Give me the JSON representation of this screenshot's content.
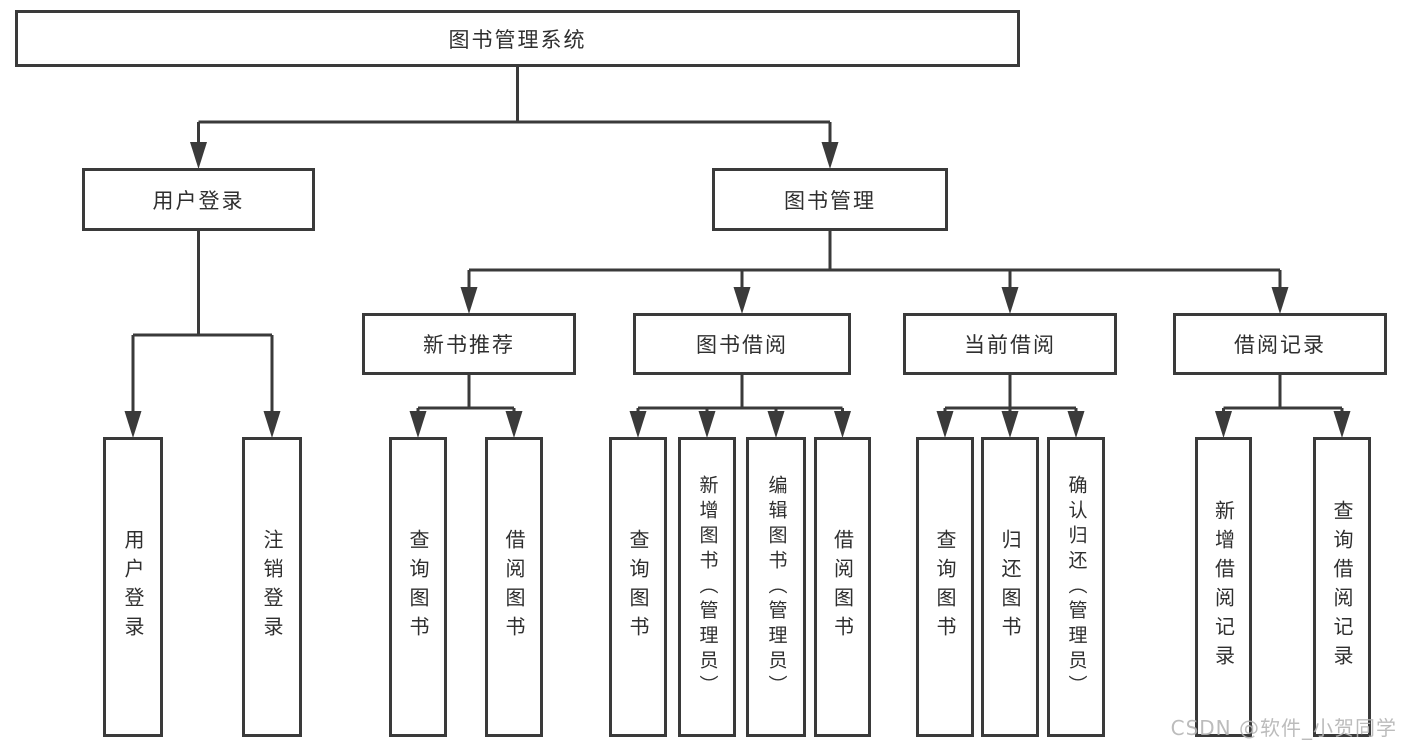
{
  "diagram": {
    "root": {
      "label": "图书管理系统"
    },
    "branches": [
      {
        "label": "用户登录",
        "children": [
          {
            "label": "用户登录"
          },
          {
            "label": "注销登录"
          }
        ]
      },
      {
        "label": "图书管理",
        "children": [
          {
            "label": "新书推荐",
            "children": [
              {
                "label": "查询图书"
              },
              {
                "label": "借阅图书"
              }
            ]
          },
          {
            "label": "图书借阅",
            "children": [
              {
                "label": "查询图书"
              },
              {
                "label": "新增图书（管理员）"
              },
              {
                "label": "编辑图书（管理员）"
              },
              {
                "label": "借阅图书"
              }
            ]
          },
          {
            "label": "当前借阅",
            "children": [
              {
                "label": "查询图书"
              },
              {
                "label": "归还图书"
              },
              {
                "label": "确认归还（管理员）"
              }
            ]
          },
          {
            "label": "借阅记录",
            "children": [
              {
                "label": "新增借阅记录"
              },
              {
                "label": "查询借阅记录"
              }
            ]
          }
        ]
      }
    ]
  },
  "watermark": "CSDN @软件_小贺同学",
  "colors": {
    "line": "#3a3a3a",
    "text": "#2f2f2f",
    "watermark": "#b5b5b5",
    "background": "#ffffff"
  }
}
